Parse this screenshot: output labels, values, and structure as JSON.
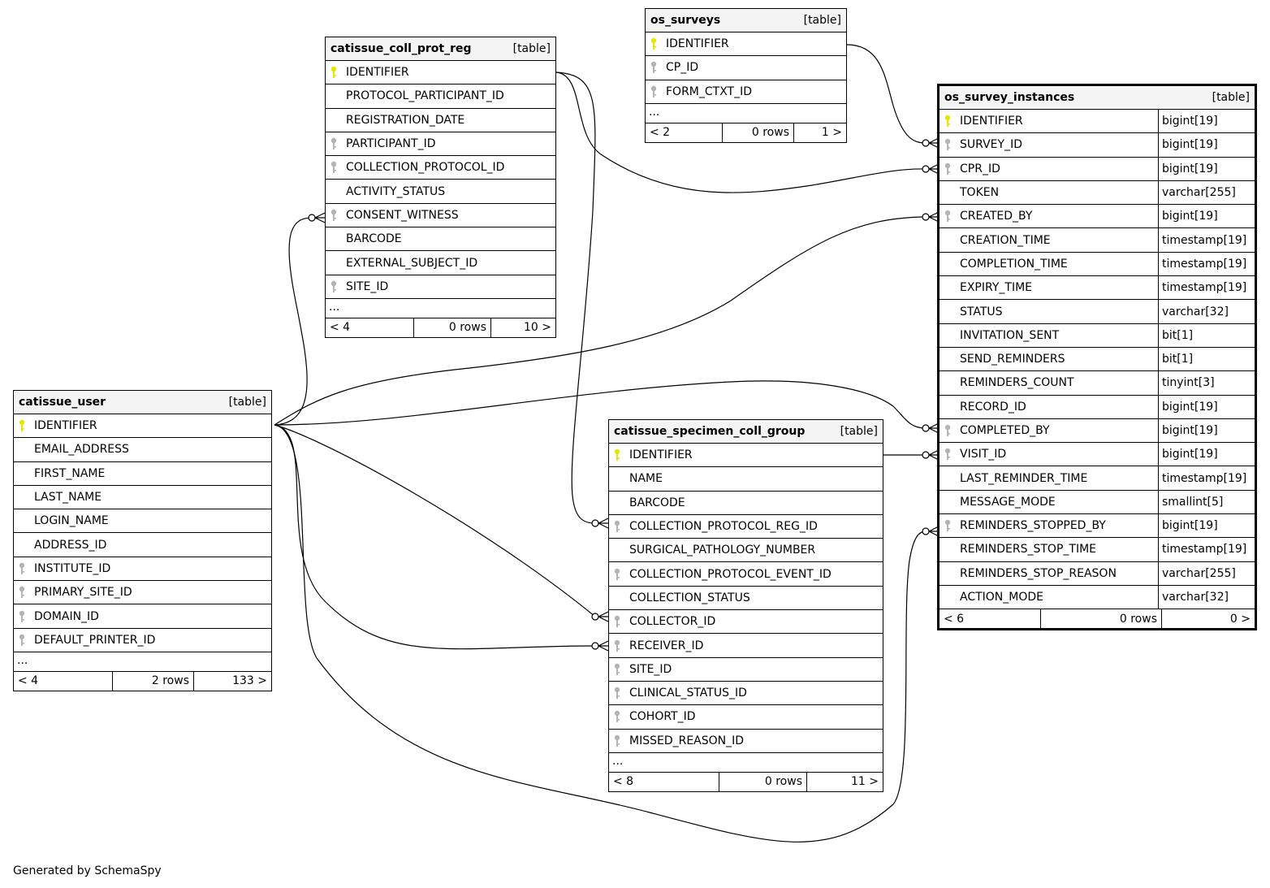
{
  "colors": {
    "primary_key": "#e6e600",
    "foreign_key": "#b4b4b4",
    "header_bg": "#f4f4f4"
  },
  "generated_by": "Generated by SchemaSpy",
  "tables": {
    "coll_prot_reg": {
      "name": "catissue_coll_prot_reg",
      "type": "[table]",
      "columns": [
        {
          "name": "IDENTIFIER",
          "key": "pk"
        },
        {
          "name": "PROTOCOL_PARTICIPANT_ID",
          "key": ""
        },
        {
          "name": "REGISTRATION_DATE",
          "key": ""
        },
        {
          "name": "PARTICIPANT_ID",
          "key": "fk"
        },
        {
          "name": "COLLECTION_PROTOCOL_ID",
          "key": "fk"
        },
        {
          "name": "ACTIVITY_STATUS",
          "key": ""
        },
        {
          "name": "CONSENT_WITNESS",
          "key": "fk"
        },
        {
          "name": "BARCODE",
          "key": ""
        },
        {
          "name": "EXTERNAL_SUBJECT_ID",
          "key": ""
        },
        {
          "name": "SITE_ID",
          "key": "fk"
        }
      ],
      "more": "...",
      "footer": {
        "parents": "< 4",
        "rows": "0 rows",
        "children": "10 >"
      }
    },
    "os_surveys": {
      "name": "os_surveys",
      "type": "[table]",
      "columns": [
        {
          "name": "IDENTIFIER",
          "key": "pk"
        },
        {
          "name": "CP_ID",
          "key": "fk"
        },
        {
          "name": "FORM_CTXT_ID",
          "key": "fk"
        }
      ],
      "more": "...",
      "footer": {
        "parents": "< 2",
        "rows": "0 rows",
        "children": "1 >"
      }
    },
    "survey_instances": {
      "name": "os_survey_instances",
      "type": "[table]",
      "columns": [
        {
          "name": "IDENTIFIER",
          "key": "pk",
          "dtype": "bigint[19]"
        },
        {
          "name": "SURVEY_ID",
          "key": "fk",
          "dtype": "bigint[19]"
        },
        {
          "name": "CPR_ID",
          "key": "fk",
          "dtype": "bigint[19]"
        },
        {
          "name": "TOKEN",
          "key": "",
          "dtype": "varchar[255]"
        },
        {
          "name": "CREATED_BY",
          "key": "fk",
          "dtype": "bigint[19]"
        },
        {
          "name": "CREATION_TIME",
          "key": "",
          "dtype": "timestamp[19]"
        },
        {
          "name": "COMPLETION_TIME",
          "key": "",
          "dtype": "timestamp[19]"
        },
        {
          "name": "EXPIRY_TIME",
          "key": "",
          "dtype": "timestamp[19]"
        },
        {
          "name": "STATUS",
          "key": "",
          "dtype": "varchar[32]"
        },
        {
          "name": "INVITATION_SENT",
          "key": "",
          "dtype": "bit[1]"
        },
        {
          "name": "SEND_REMINDERS",
          "key": "",
          "dtype": "bit[1]"
        },
        {
          "name": "REMINDERS_COUNT",
          "key": "",
          "dtype": "tinyint[3]"
        },
        {
          "name": "RECORD_ID",
          "key": "",
          "dtype": "bigint[19]"
        },
        {
          "name": "COMPLETED_BY",
          "key": "fk",
          "dtype": "bigint[19]"
        },
        {
          "name": "VISIT_ID",
          "key": "fk",
          "dtype": "bigint[19]"
        },
        {
          "name": "LAST_REMINDER_TIME",
          "key": "",
          "dtype": "timestamp[19]"
        },
        {
          "name": "MESSAGE_MODE",
          "key": "",
          "dtype": "smallint[5]"
        },
        {
          "name": "REMINDERS_STOPPED_BY",
          "key": "fk",
          "dtype": "bigint[19]"
        },
        {
          "name": "REMINDERS_STOP_TIME",
          "key": "",
          "dtype": "timestamp[19]"
        },
        {
          "name": "REMINDERS_STOP_REASON",
          "key": "",
          "dtype": "varchar[255]"
        },
        {
          "name": "ACTION_MODE",
          "key": "",
          "dtype": "varchar[32]"
        }
      ],
      "footer": {
        "parents": "< 6",
        "rows": "0 rows",
        "children": "0 >"
      }
    },
    "user": {
      "name": "catissue_user",
      "type": "[table]",
      "columns": [
        {
          "name": "IDENTIFIER",
          "key": "pk"
        },
        {
          "name": "EMAIL_ADDRESS",
          "key": ""
        },
        {
          "name": "FIRST_NAME",
          "key": ""
        },
        {
          "name": "LAST_NAME",
          "key": ""
        },
        {
          "name": "LOGIN_NAME",
          "key": ""
        },
        {
          "name": "ADDRESS_ID",
          "key": ""
        },
        {
          "name": "INSTITUTE_ID",
          "key": "fk"
        },
        {
          "name": "PRIMARY_SITE_ID",
          "key": "fk"
        },
        {
          "name": "DOMAIN_ID",
          "key": "fk"
        },
        {
          "name": "DEFAULT_PRINTER_ID",
          "key": "fk"
        }
      ],
      "more": "...",
      "footer": {
        "parents": "< 4",
        "rows": "2 rows",
        "children": "133 >"
      }
    },
    "specimen_coll_group": {
      "name": "catissue_specimen_coll_group",
      "type": "[table]",
      "columns": [
        {
          "name": "IDENTIFIER",
          "key": "pk"
        },
        {
          "name": "NAME",
          "key": ""
        },
        {
          "name": "BARCODE",
          "key": ""
        },
        {
          "name": "COLLECTION_PROTOCOL_REG_ID",
          "key": "fk"
        },
        {
          "name": "SURGICAL_PATHOLOGY_NUMBER",
          "key": ""
        },
        {
          "name": "COLLECTION_PROTOCOL_EVENT_ID",
          "key": "fk"
        },
        {
          "name": "COLLECTION_STATUS",
          "key": ""
        },
        {
          "name": "COLLECTOR_ID",
          "key": "fk"
        },
        {
          "name": "RECEIVER_ID",
          "key": "fk"
        },
        {
          "name": "SITE_ID",
          "key": "fk"
        },
        {
          "name": "CLINICAL_STATUS_ID",
          "key": "fk"
        },
        {
          "name": "COHORT_ID",
          "key": "fk"
        },
        {
          "name": "MISSED_REASON_ID",
          "key": "fk"
        }
      ],
      "more": "...",
      "footer": {
        "parents": "< 8",
        "rows": "0 rows",
        "children": "11 >"
      }
    }
  }
}
